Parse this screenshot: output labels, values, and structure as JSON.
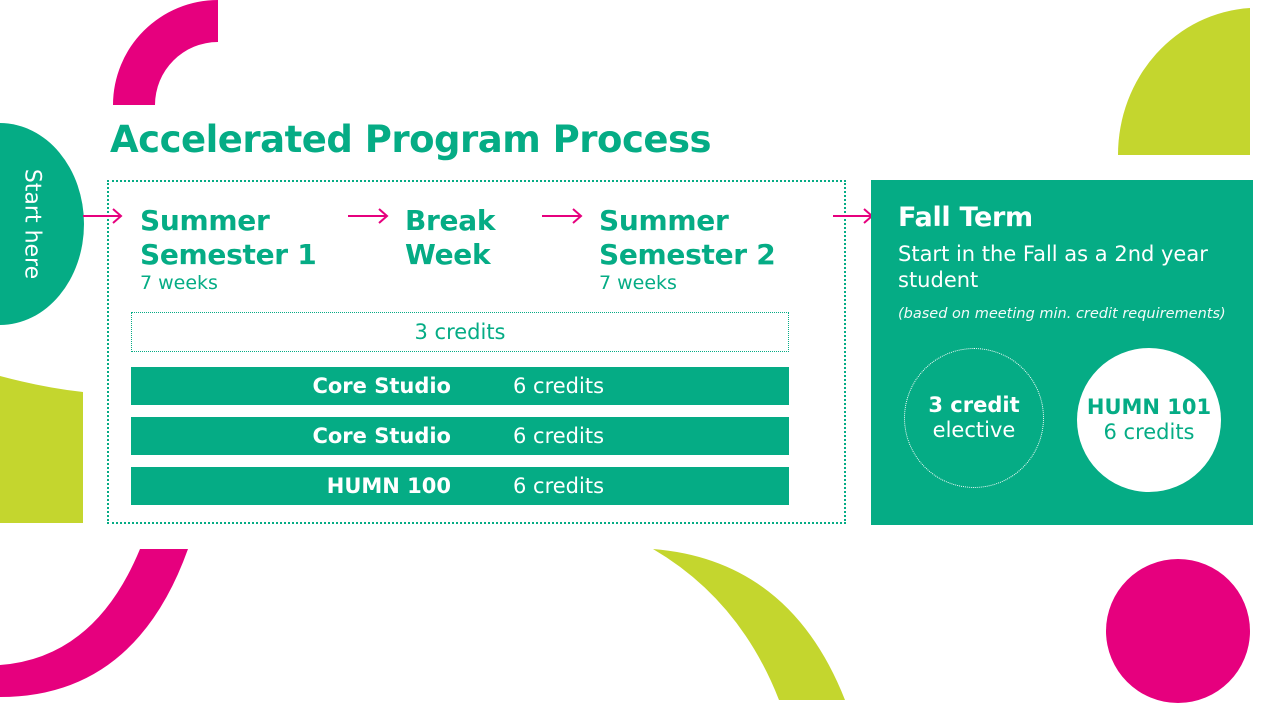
{
  "title": "Accelerated Program Process",
  "start_label": "Start here",
  "steps": [
    {
      "title": "Summer\nSemester 1",
      "subtitle": "7 weeks"
    },
    {
      "title": "Break\nWeek",
      "subtitle": ""
    },
    {
      "title": "Summer\nSemester 2",
      "subtitle": "7 weeks"
    }
  ],
  "shared_credits": "3 credits",
  "courses": [
    {
      "name": "Core Studio",
      "credits": "6 credits"
    },
    {
      "name": "Core Studio",
      "credits": "6 credits"
    },
    {
      "name": "HUMN 100",
      "credits": "6 credits"
    }
  ],
  "fall": {
    "title": "Fall Term",
    "description": "Start in the Fall as a 2nd year student",
    "note": "(based on meeting min. credit requirements)",
    "elective": {
      "line1": "3 credit",
      "line2": "elective"
    },
    "humn": {
      "line1": "HUMN 101",
      "line2": "6 credits"
    }
  },
  "colors": {
    "green": "#05AC85",
    "pink": "#E6007E",
    "lime": "#C4D62E",
    "white": "#FFFFFF"
  }
}
